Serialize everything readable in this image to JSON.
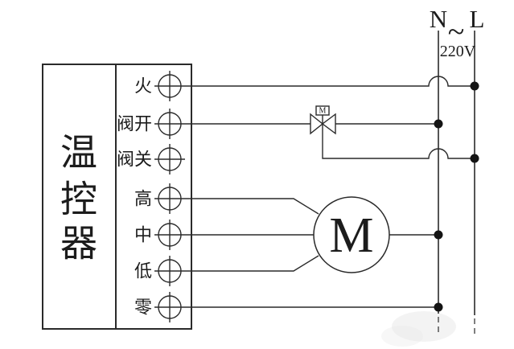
{
  "diagram": {
    "controller": {
      "label": "温控器"
    },
    "terminals": [
      {
        "id": "live",
        "label": "火"
      },
      {
        "id": "valve-open",
        "label": "阀开"
      },
      {
        "id": "valve-close",
        "label": "阀关"
      },
      {
        "id": "high",
        "label": "高"
      },
      {
        "id": "medium",
        "label": "中"
      },
      {
        "id": "low",
        "label": "低"
      },
      {
        "id": "neutral",
        "label": "零"
      }
    ],
    "power": {
      "neutral": "N",
      "ac": "~",
      "live": "L",
      "voltage": "220V"
    },
    "valve": {
      "actuator_label": "M"
    },
    "motor": {
      "label": "M"
    },
    "colors": {
      "line": "#2a2a2a",
      "text": "#1c1c1c",
      "dot": "#141414",
      "background": "#ffffff",
      "watermark": "#e9e9e9"
    }
  }
}
